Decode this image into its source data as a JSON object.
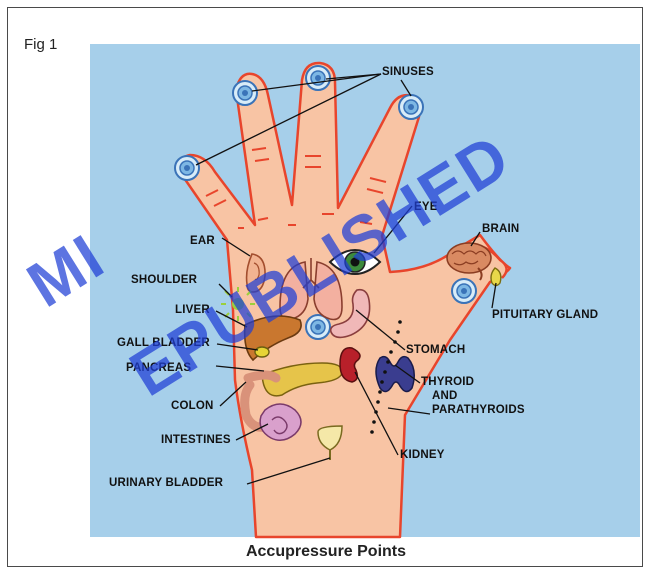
{
  "figure": {
    "label": "Fig 1",
    "caption": "Accupressure Points",
    "watermark_lines": [
      "MI",
      "EPUBLISHED"
    ]
  },
  "colors": {
    "background_panel": "#a6cfea",
    "hand_skin": "#f8c4a4",
    "hand_outline": "#e8452c",
    "point_ring": "#3a73b8",
    "watermark": "#1f3fd6"
  },
  "labels": {
    "sinuses": "SINUSES",
    "eye": "EYE",
    "brain": "BRAIN",
    "ear": "EAR",
    "shoulder": "SHOULDER",
    "pituitary_gland": "PITUITARY GLAND",
    "liver": "LIVER",
    "gall_bladder": "GALL BLADDER",
    "stomach": "STOMACH",
    "pancreas": "PANCREAS",
    "thyroid_line1": "THYROID",
    "thyroid_line2": "AND",
    "thyroid_line3": "PARATHYROIDS",
    "colon": "COLON",
    "intestines": "INTESTINES",
    "kidney": "KIDNEY",
    "urinary_bladder": "URINARY BLADDER"
  }
}
